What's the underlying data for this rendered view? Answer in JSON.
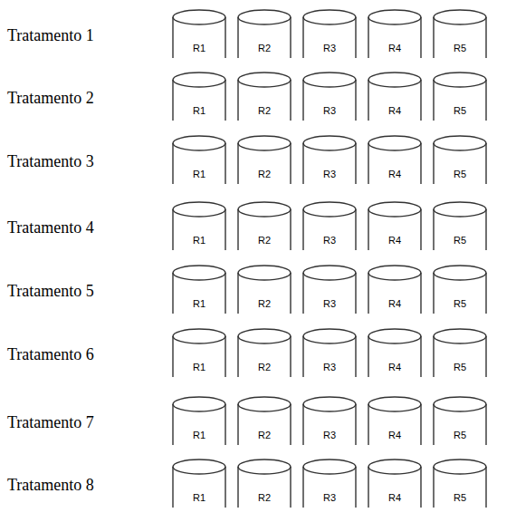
{
  "diagram": {
    "nodes": [
      {
        "text": [
          "R1"
        ]
      },
      {
        "text": [
          "R2"
        ]
      },
      {
        "text": [
          "R3"
        ]
      },
      {
        "text": [
          "R4"
        ]
      },
      {
        "text": [
          "R5"
        ]
      },
      {
        "text": [
          "R1"
        ]
      },
      {
        "text": [
          "R2"
        ]
      },
      {
        "text": [
          "R3"
        ]
      },
      {
        "text": [
          "R4"
        ]
      },
      {
        "text": [
          "R5"
        ]
      },
      {
        "text": [
          "R1"
        ]
      },
      {
        "text": [
          "R2"
        ]
      },
      {
        "text": [
          "R3"
        ]
      },
      {
        "text": [
          "R4"
        ]
      },
      {
        "text": [
          "R5"
        ]
      },
      {
        "text": [
          "R1"
        ]
      },
      {
        "text": [
          "R2"
        ]
      },
      {
        "text": [
          "R3"
        ]
      },
      {
        "text": [
          "R4"
        ]
      },
      {
        "text": [
          "R5"
        ]
      },
      {
        "text": [
          "R1"
        ]
      },
      {
        "text": [
          "R2"
        ]
      },
      {
        "text": [
          "R3"
        ]
      },
      {
        "text": [
          "R4"
        ]
      },
      {
        "text": [
          "R5"
        ]
      },
      {
        "text": [
          "R1"
        ]
      },
      {
        "text": [
          "R2"
        ]
      },
      {
        "text": [
          "R3"
        ]
      },
      {
        "text": [
          "R4"
        ]
      },
      {
        "text": [
          "R5"
        ]
      },
      {
        "text": [
          "R1"
        ]
      },
      {
        "text": [
          "R2"
        ]
      },
      {
        "text": [
          "R3"
        ]
      },
      {
        "text": [
          "R4"
        ]
      },
      {
        "text": [
          "R5"
        ]
      },
      {
        "text": [
          "R1"
        ]
      },
      {
        "text": [
          "R2"
        ]
      },
      {
        "text": [
          "R3"
        ]
      },
      {
        "text": [
          "R4"
        ]
      },
      {
        "text": [
          "R5"
        ]
      }
    ],
    "labels": [
      "Tratamento 1",
      "Tratamento 2",
      "Tratamento 3",
      "Tratamento 4",
      "Tratamento 5",
      "Tratamento 6",
      "Tratamento 7",
      "Tratamento 8"
    ]
  }
}
